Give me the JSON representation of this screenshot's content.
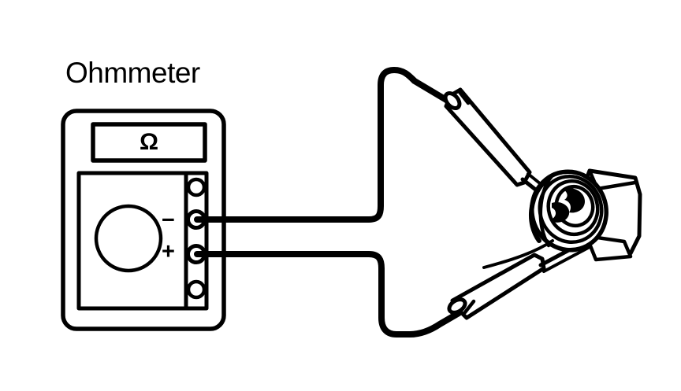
{
  "figure": {
    "kind": "technical-line-drawing",
    "subject": "ohmmeter-continuity-test-on-connector",
    "background_color": "#ffffff",
    "ink_color": "#000000"
  },
  "labels": {
    "instrument_title": "Ohmmeter"
  },
  "instrument": {
    "name": "ohmmeter",
    "display": {
      "reading_symbol": "Ω",
      "symbol_name": "ohm-symbol"
    },
    "dial": {
      "name": "rotary-selector-dial"
    },
    "terminals": [
      {
        "index": 1,
        "label": "",
        "name": "terminal-jack-1",
        "connected": false
      },
      {
        "index": 2,
        "label": "−",
        "name": "terminal-jack-negative",
        "connected": true
      },
      {
        "index": 3,
        "label": "+",
        "name": "terminal-jack-positive",
        "connected": true
      },
      {
        "index": 4,
        "label": "",
        "name": "terminal-jack-4",
        "connected": false
      }
    ]
  },
  "leads": [
    {
      "name": "test-lead-negative",
      "from_terminal": "−",
      "routing": "up-and-over",
      "probe": "upper-test-probe"
    },
    {
      "name": "test-lead-positive",
      "from_terminal": "+",
      "routing": "down-and-under",
      "probe": "lower-test-probe"
    }
  ],
  "probes": [
    {
      "name": "upper-test-probe",
      "orientation": "angled-down-right"
    },
    {
      "name": "lower-test-probe",
      "orientation": "angled-up-right"
    }
  ],
  "component_under_test": {
    "name": "electrical-connector",
    "description_parts": [
      "ringed-front-collar",
      "rectangular-rear-housing"
    ]
  }
}
